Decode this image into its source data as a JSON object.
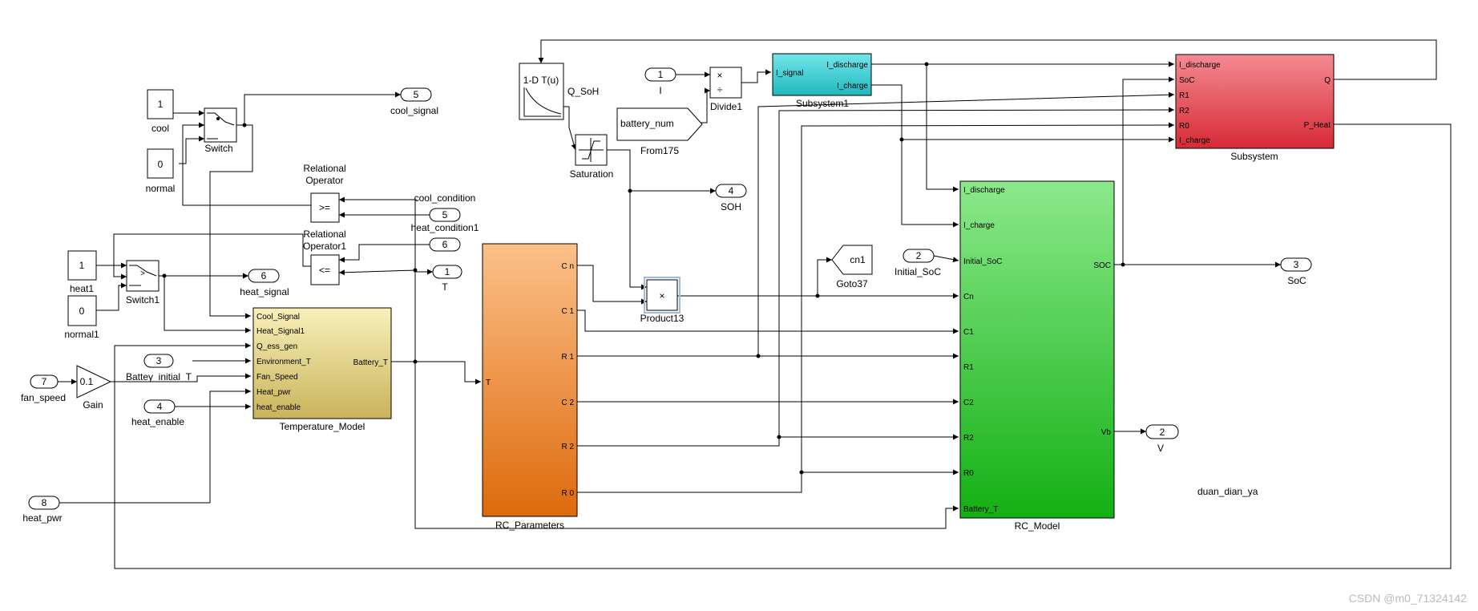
{
  "colors": {
    "temperature_model": "#e9dc8c",
    "rc_parameters": "#ef9a40",
    "rc_model": "#33cc33",
    "subsystem": "#ea4c58",
    "subsystem1": "#3fd2d6",
    "wire": "#000000"
  },
  "constants": {
    "cool": {
      "value": "1",
      "name": "cool"
    },
    "normal": {
      "value": "0",
      "name": "normal"
    },
    "heat1": {
      "value": "1",
      "name": "heat1"
    },
    "normal1": {
      "value": "0",
      "name": "normal1"
    }
  },
  "switches": {
    "switch": {
      "name": "Switch"
    },
    "switch1": {
      "name": "Switch1",
      "symbol": ">"
    }
  },
  "relational": {
    "op": {
      "name_line1": "Relational",
      "name_line2": "Operator",
      "symbol": ">="
    },
    "op1": {
      "name_line1": "Relational",
      "name_line2": "Operator1",
      "symbol": "<="
    }
  },
  "inports": {
    "fan_speed": {
      "num": "7",
      "name": "fan_speed"
    },
    "battey_initial_t": {
      "num": "3",
      "name": "Battey_initial_T"
    },
    "heat_enable": {
      "num": "4",
      "name": "heat_enable"
    },
    "heat_pwr": {
      "num": "8",
      "name": "heat_pwr"
    },
    "cool_condition": {
      "num": "6",
      "name": "cool_condition"
    },
    "heat_condition1": {
      "num": "5",
      "name": "heat_condition1"
    },
    "i": {
      "num": "1",
      "name": "I"
    },
    "initial_soc": {
      "num": "2",
      "name": "Initial_SoC"
    }
  },
  "outports": {
    "cool_signal": {
      "num": "5",
      "name": "cool_signal"
    },
    "heat_signal": {
      "num": "6",
      "name": "heat_signal"
    },
    "t": {
      "num": "1",
      "name": "T"
    },
    "soh": {
      "num": "4",
      "name": "SOH"
    },
    "soc": {
      "num": "3",
      "name": "SoC"
    },
    "v": {
      "num": "2",
      "name": "V"
    }
  },
  "gain": {
    "value": "0.1",
    "name": "Gain"
  },
  "temperature_model": {
    "name": "Temperature_Model",
    "inputs": [
      "Cool_Signal",
      "Heat_Signal1",
      "Q_ess_gen",
      "Environment_T",
      "Fan_Speed",
      "Heat_pwr",
      "heat_enable"
    ],
    "output": "Battery_T"
  },
  "rc_parameters": {
    "name": "RC_Parameters",
    "input": "T",
    "outputs": [
      "C n",
      "C 1",
      "R 1",
      "C 2",
      "R 2",
      "R 0"
    ]
  },
  "lookup": {
    "label": "1-D T(u)",
    "name": "Q_SoH"
  },
  "saturation": {
    "name": "Saturation"
  },
  "from175": {
    "tag": "battery_num",
    "name": "From175"
  },
  "divide1": {
    "name": "Divide1",
    "symbol_mul": "×",
    "symbol_div": "÷"
  },
  "product13": {
    "name": "Product13",
    "symbol": "×"
  },
  "goto37": {
    "tag": "cn1",
    "name": "Goto37"
  },
  "subsystem1": {
    "name": "Subsystem1",
    "input": "I_signal",
    "outputs": [
      "I_discharge",
      "I_charge"
    ]
  },
  "subsystem": {
    "name": "Subsystem",
    "inputs": [
      "I_discharge",
      "SoC",
      "R1",
      "R2",
      "R0",
      "I_charge"
    ],
    "outputs": [
      "Q",
      "P_Heat"
    ]
  },
  "rc_model": {
    "name": "RC_Model",
    "inputs": [
      "I_discharge",
      "I_charge",
      "Initial_SoC",
      "Cn",
      "C1",
      "R1",
      "C2",
      "R2",
      "R0",
      "Battery_T"
    ],
    "outputs": [
      "SOC",
      "Vb"
    ]
  },
  "annotation": "duan_dian_ya",
  "watermark": "CSDN @m0_71324142"
}
